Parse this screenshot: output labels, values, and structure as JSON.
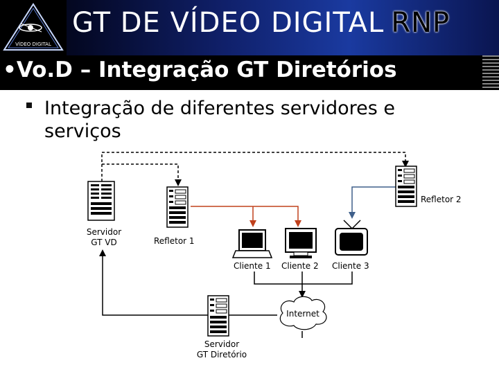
{
  "banner": {
    "title": "GT DE VÍDEO DIGITAL",
    "org": "RNP",
    "logo_text": "VÍDEO DIGITAL"
  },
  "slide": {
    "title": "•Vo.D – Integração GT Diretórios",
    "bullet": "Integração de diferentes servidores e serviços"
  },
  "diagram": {
    "servidor_gtvd": [
      "Servidor",
      "GT VD"
    ],
    "refletor1": "Refletor 1",
    "refletor2": "Refletor 2",
    "cliente1": "Cliente 1",
    "cliente2": "Cliente 2",
    "cliente3": "Cliente 3",
    "internet": "Internet",
    "servidor_dir": [
      "Servidor",
      "GT Diretório"
    ]
  },
  "colors": {
    "red_link": "#c0401c",
    "blue_link": "#3e5f8a",
    "black_link": "#000000",
    "banner_blue": "#1a3aa0"
  }
}
